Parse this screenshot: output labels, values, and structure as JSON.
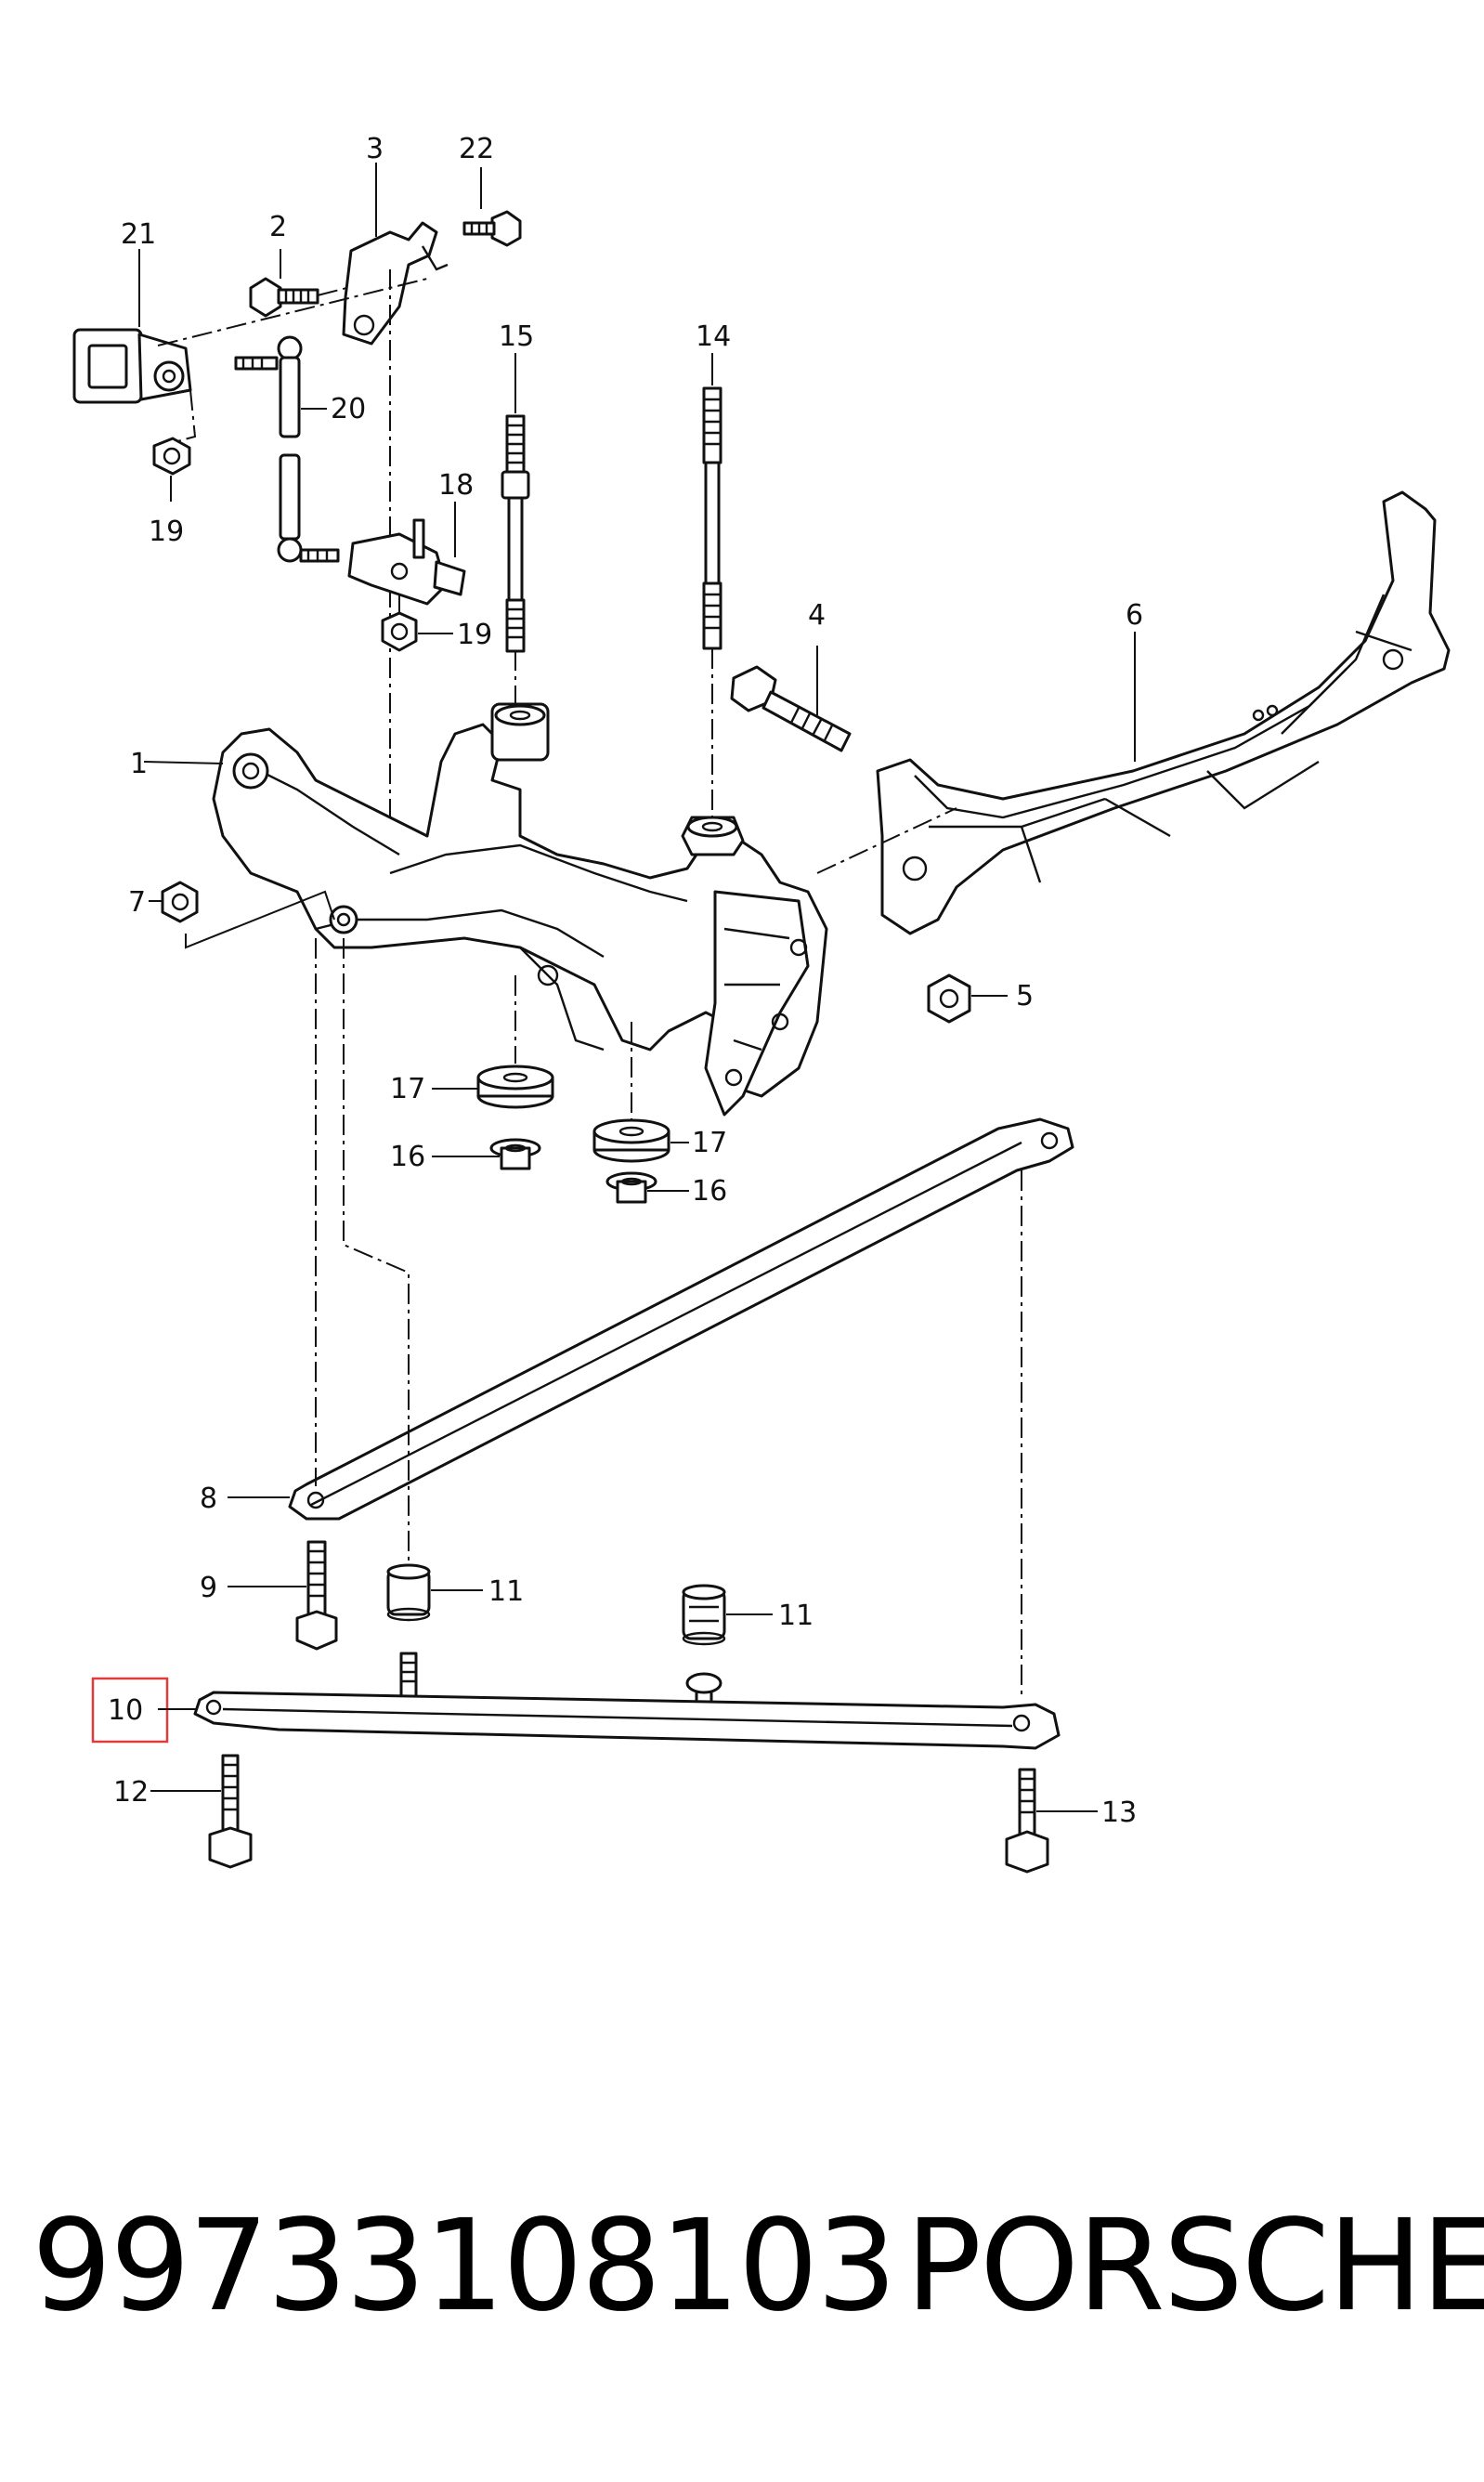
{
  "callouts": {
    "c1": "1",
    "c2": "2",
    "c3": "3",
    "c4": "4",
    "c5": "5",
    "c6": "6",
    "c7": "7",
    "c8": "8",
    "c9": "9",
    "c10": "10",
    "c11a": "11",
    "c11b": "11",
    "c12": "12",
    "c13": "13",
    "c14": "14",
    "c15": "15",
    "c16a": "16",
    "c16b": "16",
    "c17a": "17",
    "c17b": "17",
    "c18": "18",
    "c19a": "19",
    "c19b": "19",
    "c20": "20",
    "c21": "21",
    "c22": "22"
  },
  "highlight": {
    "color": "#e23b3b",
    "callout": "10"
  },
  "footer": {
    "part_number": "99733108103",
    "brand": "PORSCHE"
  }
}
